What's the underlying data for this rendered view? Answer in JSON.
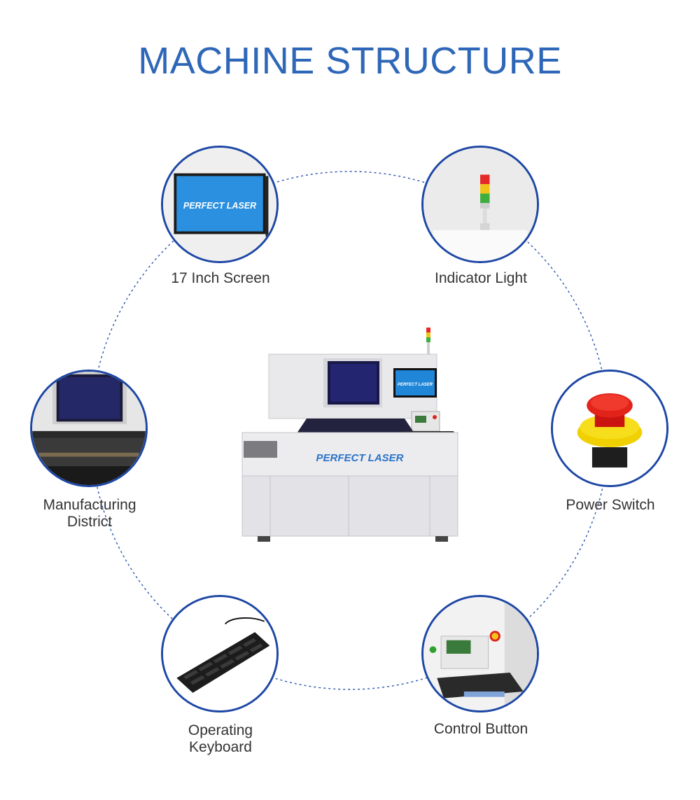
{
  "title": "MACHINE STRUCTURE",
  "brand_text": "PERFECT LASER",
  "colors": {
    "title": "#2f67b8",
    "ring": "#1d47a5",
    "dotted_orbit": "#2f56b0",
    "caption": "#333333"
  },
  "features": [
    {
      "id": "screen",
      "label": "17 Inch Screen",
      "icon": "monitor-screen"
    },
    {
      "id": "indicator",
      "label": "Indicator Light",
      "icon": "signal-tower-light"
    },
    {
      "id": "power",
      "label": "Power Switch",
      "icon": "emergency-stop-button"
    },
    {
      "id": "control",
      "label": "Control Button",
      "icon": "control-panel"
    },
    {
      "id": "keyboard",
      "label": "Operating\nKeyboard",
      "icon": "keyboard"
    },
    {
      "id": "district",
      "label": "Manufacturing\nDistrict",
      "icon": "work-area"
    }
  ]
}
